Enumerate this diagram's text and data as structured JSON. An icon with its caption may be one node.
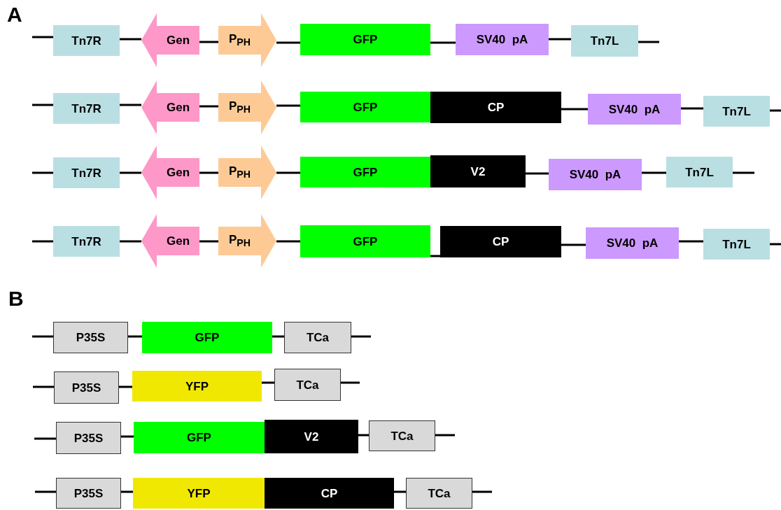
{
  "diagram": {
    "nodes": [
      {
        "text": [
          "Tn7R"
        ]
      },
      {
        "text": [
          "Gen"
        ]
      },
      {
        "text": [
          "P$_{PH}$"
        ]
      },
      {
        "text": [
          "GFP"
        ]
      },
      {
        "text": [
          "SV40  pA"
        ]
      },
      {
        "text": [
          "Tn7L"
        ]
      },
      {
        "text": [
          "Tn7R"
        ]
      },
      {
        "text": [
          "Gen"
        ]
      },
      {
        "text": [
          "P$_{PH}$"
        ]
      },
      {
        "text": [
          "GFP"
        ]
      },
      {
        "text": [
          "CP"
        ]
      },
      {
        "text": [
          "SV40  pA"
        ]
      },
      {
        "text": [
          "Tn7L"
        ]
      },
      {
        "text": [
          "Tn7R"
        ]
      },
      {
        "text": [
          "Gen"
        ]
      },
      {
        "text": [
          "P$_{PH}$"
        ]
      },
      {
        "text": [
          "GFP"
        ]
      },
      {
        "text": [
          "V2"
        ]
      },
      {
        "text": [
          "SV40  pA"
        ]
      },
      {
        "text": [
          "Tn7L"
        ]
      },
      {
        "text": [
          "Tn7R"
        ]
      },
      {
        "text": [
          "Gen"
        ]
      },
      {
        "text": [
          "P$_{PH}$"
        ]
      },
      {
        "text": [
          "GFP"
        ]
      },
      {
        "text": [
          "CP"
        ]
      },
      {
        "text": [
          "SV40  pA"
        ]
      },
      {
        "text": [
          "Tn7L"
        ]
      },
      {
        "text": [
          "P35S"
        ]
      },
      {
        "text": [
          "GFP"
        ]
      },
      {
        "text": [
          "TCa"
        ]
      },
      {
        "text": [
          "P35S"
        ]
      },
      {
        "text": [
          "YFP"
        ]
      },
      {
        "text": [
          "TCa"
        ]
      },
      {
        "text": [
          "P35S"
        ]
      },
      {
        "text": [
          "GFP"
        ]
      },
      {
        "text": [
          "V2"
        ]
      },
      {
        "text": [
          "TCa"
        ]
      },
      {
        "text": [
          "P35S"
        ]
      },
      {
        "text": [
          "YFP"
        ]
      },
      {
        "text": [
          "CP"
        ]
      },
      {
        "text": [
          "TCa"
        ]
      }
    ],
    "edges": [
      {
        "from": null,
        "to": 0,
        "arrow": "none"
      },
      {
        "from": 0,
        "to": 1,
        "arrow": "none"
      },
      {
        "from": 1,
        "to": 2,
        "arrow": "none"
      },
      {
        "from": 2,
        "to": 3,
        "arrow": "none"
      },
      {
        "from": 3,
        "to": 4,
        "arrow": "none"
      },
      {
        "from": 4,
        "to": 5,
        "arrow": "none"
      },
      {
        "from": 5,
        "to": null,
        "arrow": "none"
      },
      {
        "from": null,
        "to": 6,
        "arrow": "none"
      },
      {
        "from": 6,
        "to": 7,
        "arrow": "none"
      },
      {
        "from": 7,
        "to": 8,
        "arrow": "none"
      },
      {
        "from": 8,
        "to": 9,
        "arrow": "none"
      },
      {
        "from": 10,
        "to": 11,
        "arrow": "none"
      },
      {
        "from": 11,
        "to": 12,
        "arrow": "none"
      },
      {
        "from": 12,
        "to": null,
        "arrow": "none"
      },
      {
        "from": null,
        "to": 13,
        "arrow": "none"
      },
      {
        "from": 13,
        "to": 14,
        "arrow": "none"
      },
      {
        "from": 14,
        "to": 15,
        "arrow": "none"
      },
      {
        "from": 15,
        "to": 16,
        "arrow": "none"
      },
      {
        "from": 17,
        "to": 18,
        "arrow": "none"
      },
      {
        "from": 18,
        "to": 19,
        "arrow": "none"
      },
      {
        "from": 19,
        "to": null,
        "arrow": "none"
      },
      {
        "from": null,
        "to": 20,
        "arrow": "none"
      },
      {
        "from": 20,
        "to": 21,
        "arrow": "none"
      },
      {
        "from": 21,
        "to": 22,
        "arrow": "none"
      },
      {
        "from": 22,
        "to": 23,
        "arrow": "none"
      },
      {
        "from": 23,
        "to": 24,
        "arrow": "none"
      },
      {
        "from": 24,
        "to": 25,
        "arrow": "none"
      },
      {
        "from": 25,
        "to": 26,
        "arrow": "none"
      },
      {
        "from": 26,
        "to": null,
        "arrow": "none"
      },
      {
        "from": null,
        "to": 27,
        "arrow": "none"
      },
      {
        "from": 27,
        "to": 28,
        "arrow": "none"
      },
      {
        "from": 28,
        "to": 29,
        "arrow": "none"
      },
      {
        "from": 29,
        "to": null,
        "arrow": "none"
      },
      {
        "from": null,
        "to": 30,
        "arrow": "none"
      },
      {
        "from": 30,
        "to": 31,
        "arrow": "none"
      },
      {
        "from": 31,
        "to": 32,
        "arrow": "none"
      },
      {
        "from": 32,
        "to": null,
        "arrow": "none"
      },
      {
        "from": null,
        "to": 33,
        "arrow": "none"
      },
      {
        "from": 33,
        "to": 34,
        "arrow": "none"
      },
      {
        "from": 35,
        "to": 36,
        "arrow": "none"
      },
      {
        "from": 36,
        "to": null,
        "arrow": "none"
      },
      {
        "from": null,
        "to": 37,
        "arrow": "none"
      },
      {
        "from": 37,
        "to": 38,
        "arrow": "none"
      },
      {
        "from": 39,
        "to": 40,
        "arrow": "none"
      },
      {
        "from": 40,
        "to": null,
        "arrow": "none"
      }
    ],
    "labels": [
      "A",
      "B"
    ]
  }
}
